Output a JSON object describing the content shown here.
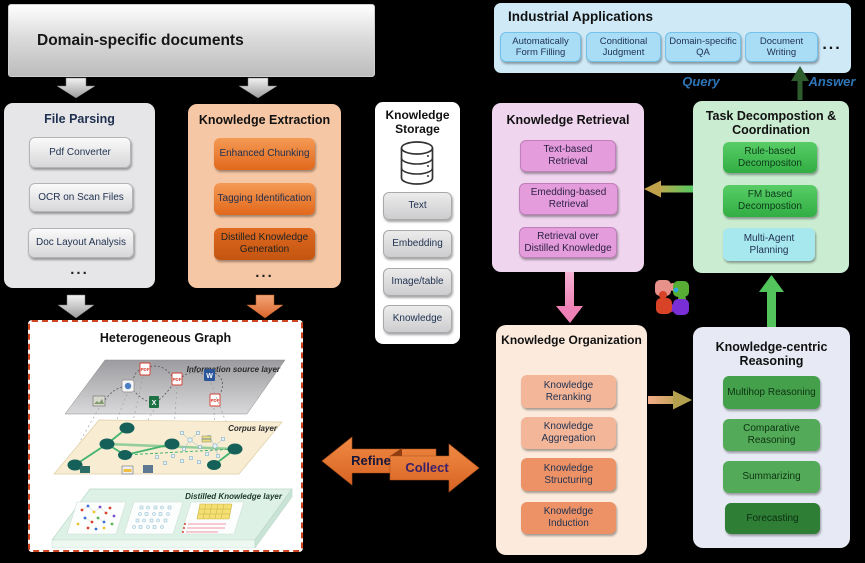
{
  "figure": {
    "domain_documents": {
      "title": "Domain-specific documents"
    },
    "file_parsing": {
      "title": "File Parsing",
      "items": [
        "Pdf Converter",
        "OCR on Scan Files",
        "Doc Layout Analysis"
      ],
      "ellipsis": "..."
    },
    "knowledge_extraction": {
      "title": "Knowledge Extraction",
      "items": [
        "Enhanced Chunking",
        "Tagging Identification",
        "Distilled Knowledge Generation"
      ],
      "ellipsis": "..."
    },
    "knowledge_storage": {
      "title": "Knowledge Storage",
      "items": [
        "Text",
        "Embedding",
        "Image/table",
        "Knowledge"
      ]
    },
    "industrial_applications": {
      "title": "Industrial Applications",
      "items": [
        "Automatically Form Filling",
        "Conditional Judgment",
        "Domain-specific QA",
        "Document Writing"
      ],
      "ellipsis": "...",
      "query_label": "Query",
      "answer_label": "Answer"
    },
    "knowledge_retrieval": {
      "title": "Knowledge Retrieval",
      "items": [
        "Text-based Retrieval",
        "Emedding-based Retrieval",
        "Retrieval over Distilled Knowledge"
      ]
    },
    "task_decomposition": {
      "title": "Task Decompostion & Coordination",
      "items": [
        "Rule-based Decompositon",
        "FM based Decompostion",
        "Multi-Agent Planning"
      ]
    },
    "knowledge_organization": {
      "title": "Knowledge Organization",
      "items": [
        "Knowledge Reranking",
        "Knowledge Aggregation",
        "Knowledge Structuring",
        "Knowledge Induction"
      ]
    },
    "knowledge_reasoning": {
      "title": "Knowledge-centric Reasoning",
      "items": [
        "Multihop Reasoning",
        "Comparative Reasoning",
        "Summarizing",
        "Forecasting"
      ]
    },
    "heterogeneous_graph": {
      "title": "Heterogeneous Graph",
      "layer_labels": [
        "Information source layer",
        "Corpus layer",
        "Distilled Knowledge layer"
      ]
    },
    "flow": {
      "refine": "Refine",
      "collect": "Collect"
    },
    "icons": [
      "database-icon",
      "puzzle-icon",
      "pdf-icon",
      "word-icon",
      "excel-icon",
      "image-icon",
      "app-icon"
    ],
    "colors": {
      "background": "#000000",
      "extraction_accent": "#e1681b",
      "retrieval_accent": "#e49cdc",
      "task_accent": "#31ae44",
      "organization_accent": "#ed9266",
      "reasoning_accent": "#44a04b",
      "applications_accent": "#a9ddf6",
      "graph_border": "#cf4522",
      "query_answer_text": "#2e75b6",
      "ribbon_orange": "#e4732d"
    }
  }
}
